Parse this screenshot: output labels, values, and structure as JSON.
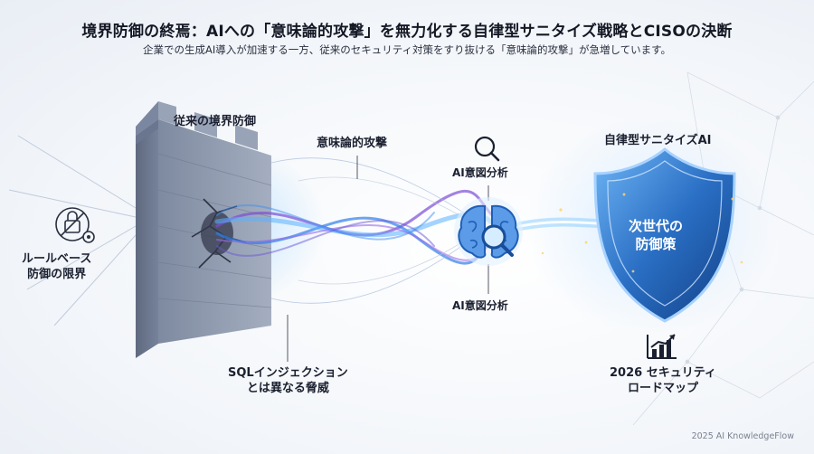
{
  "header": {
    "title": "境界防御の終焉：AIへの「意味論的攻撃」を無力化する自律型サニタイズ戦略とCISOの決断",
    "subtitle": "企業での生成AI導入が加速する一方、従来のセキュリティ対策をすり抜ける「意味論的攻撃」が急増しています。"
  },
  "labels": {
    "wall": "従来の境界防御",
    "rule_based_line1": "ルールベース",
    "rule_based_line2": "防御の限界",
    "semantic_attack": "意味論的攻撃",
    "ai_intent_top": "AI意図分析",
    "ai_intent_bottom": "AI意図分析",
    "autonomous_ai": "自律型サニタイズAI",
    "shield_line1": "次世代の",
    "shield_line2": "防御策",
    "sql_line1": "SQLインジェクション",
    "sql_line2": "とは異なる脅威",
    "roadmap_line1": "2026 セキュリティ",
    "roadmap_line2": "ロードマップ"
  },
  "footer": {
    "credit": "2025 AI KnowledgeFlow"
  },
  "icons": {
    "lock": "lock-gear-icon",
    "search": "magnifier-icon",
    "brain": "brain-search-icon",
    "chart": "rising-chart-icon"
  },
  "colors": {
    "wall": "#8c97ab",
    "stream_blue": "#2f7fe8",
    "stream_purple": "#7c4dd6",
    "shield": "#1e5fb8",
    "accent": "#3aa0ff"
  }
}
